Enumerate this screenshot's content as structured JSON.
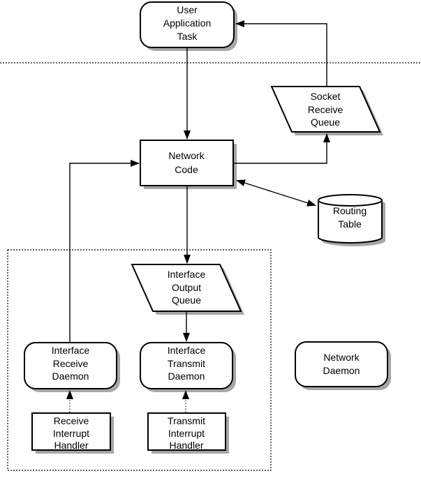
{
  "diagram": {
    "nodes": {
      "user_application_task": {
        "shape": "rounded-rect",
        "lines": [
          "User",
          "Application",
          "Task"
        ]
      },
      "socket_receive_queue": {
        "shape": "parallelogram",
        "lines": [
          "Socket",
          "Receive",
          "Queue"
        ]
      },
      "network_code": {
        "shape": "rect",
        "lines": [
          "Network",
          "Code"
        ]
      },
      "routing_table": {
        "shape": "cylinder",
        "lines": [
          "Routing",
          "Table"
        ]
      },
      "interface_output_queue": {
        "shape": "parallelogram",
        "lines": [
          "Interface",
          "Output",
          "Queue"
        ]
      },
      "interface_receive_daemon": {
        "shape": "rounded-rect",
        "lines": [
          "Interface",
          "Receive",
          "Daemon"
        ]
      },
      "interface_transmit_daemon": {
        "shape": "rounded-rect",
        "lines": [
          "Interface",
          "Transmit",
          "Daemon"
        ]
      },
      "network_daemon": {
        "shape": "rounded-rect",
        "lines": [
          "Network",
          "Daemon"
        ]
      },
      "receive_interrupt_handler": {
        "shape": "rect",
        "lines": [
          "Receive",
          "Interrupt",
          "Handler"
        ]
      },
      "transmit_interrupt_handler": {
        "shape": "rect",
        "lines": [
          "Transmit",
          "Interrupt",
          "Handler"
        ]
      }
    },
    "edges": [
      {
        "from": "user_application_task",
        "to": "network_code",
        "style": "solid",
        "bidirectional": false
      },
      {
        "from": "network_code",
        "to": "socket_receive_queue",
        "style": "solid",
        "bidirectional": false
      },
      {
        "from": "socket_receive_queue",
        "to": "user_application_task",
        "style": "solid",
        "bidirectional": false
      },
      {
        "from": "network_code",
        "to": "interface_output_queue",
        "style": "solid",
        "bidirectional": false
      },
      {
        "from": "interface_output_queue",
        "to": "interface_transmit_daemon",
        "style": "solid",
        "bidirectional": false
      },
      {
        "from": "interface_receive_daemon",
        "to": "network_code",
        "style": "solid",
        "bidirectional": false
      },
      {
        "from": "network_code",
        "to": "routing_table",
        "style": "solid",
        "bidirectional": true
      },
      {
        "from": "receive_interrupt_handler",
        "to": "interface_receive_daemon",
        "style": "dotted",
        "bidirectional": false
      },
      {
        "from": "transmit_interrupt_handler",
        "to": "interface_transmit_daemon",
        "style": "dotted",
        "bidirectional": false
      }
    ],
    "boundaries": [
      {
        "name": "horizontal-dotted-separator"
      },
      {
        "name": "dotted-container-box"
      }
    ],
    "colors": {
      "stroke": "#000000",
      "node_fill": "#ffffff",
      "shadow": "#a6a6a6",
      "background": "#ffffff"
    }
  }
}
